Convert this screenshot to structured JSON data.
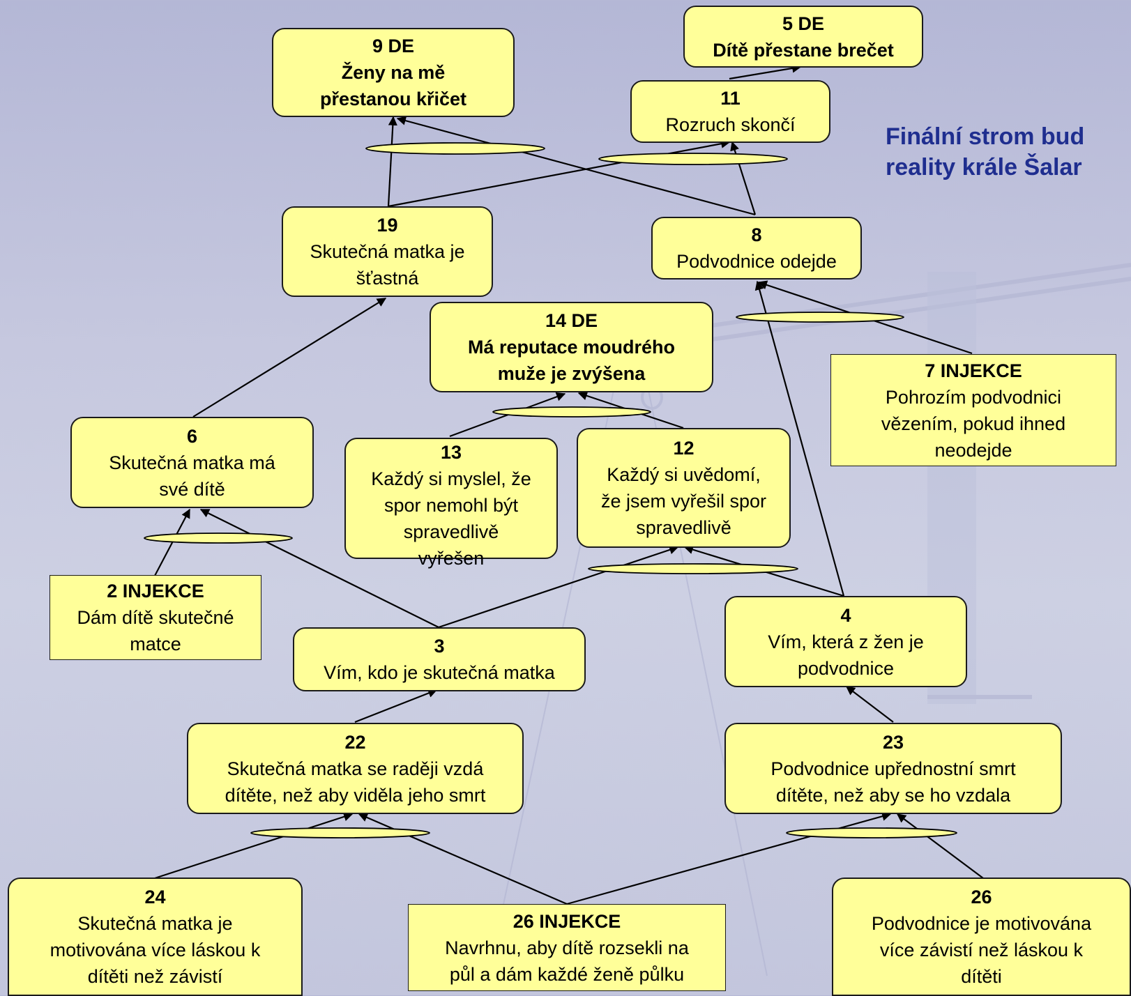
{
  "title": "Finální strom bud\nreality krále Šalar",
  "nodes": {
    "n9": {
      "num": "9 DE",
      "text": "Ženy na mě\npřestanou křičet"
    },
    "n5": {
      "num": "5 DE",
      "text": "Dítě přestane brečet"
    },
    "n11": {
      "num": "11",
      "text": "Rozruch skončí"
    },
    "n19": {
      "num": "19",
      "text": "Skutečná matka je\nšťastná"
    },
    "n8": {
      "num": "8",
      "text": "Podvodnice odejde"
    },
    "n14": {
      "num": "14 DE",
      "text": "Má reputace moudrého\nmuže je zvýšena"
    },
    "n7": {
      "num": "7 INJEKCE",
      "text": "Pohrozím podvodnici\nvězením, pokud ihned\nneodejde"
    },
    "n6": {
      "num": "6",
      "text": "Skutečná matka má\nsvé dítě"
    },
    "n13": {
      "num": "13",
      "text": "Každý si myslel, že\nspor nemohl být\nspravedlivě\nvyřešen"
    },
    "n12": {
      "num": "12",
      "text": "Každý si uvědomí,\nže jsem vyřešil spor\nspravedlivě"
    },
    "n2": {
      "num": "2 INJEKCE",
      "text": "Dám dítě skutečné\nmatce"
    },
    "n3": {
      "num": "3",
      "text": "Vím, kdo je skutečná matka"
    },
    "n4": {
      "num": "4",
      "text": "Vím, která z žen je\npodvodnice"
    },
    "n22": {
      "num": "22",
      "text": "Skutečná matka se raději vzdá\ndítěte, než aby viděla jeho smrt"
    },
    "n23": {
      "num": "23",
      "text": "Podvodnice upřednostní smrt\ndítěte, než aby se ho vzdala"
    },
    "n24": {
      "num": "24",
      "text": "Skutečná matka je\nmotivována více láskou k\ndítěti než závistí"
    },
    "n26i": {
      "num": "26 INJEKCE",
      "text": "Navrhnu, aby dítě rozsekli na\npůl a dám každé ženě půlku"
    },
    "n26": {
      "num": "26",
      "text": "Podvodnice je motivována\nvíce závistí než láskou k\ndítěti"
    }
  },
  "colors": {
    "box_fill": "#ffff99",
    "box_border": "#1a1a1a",
    "title_color": "#1f2e8f",
    "background": "#c6c8df"
  }
}
